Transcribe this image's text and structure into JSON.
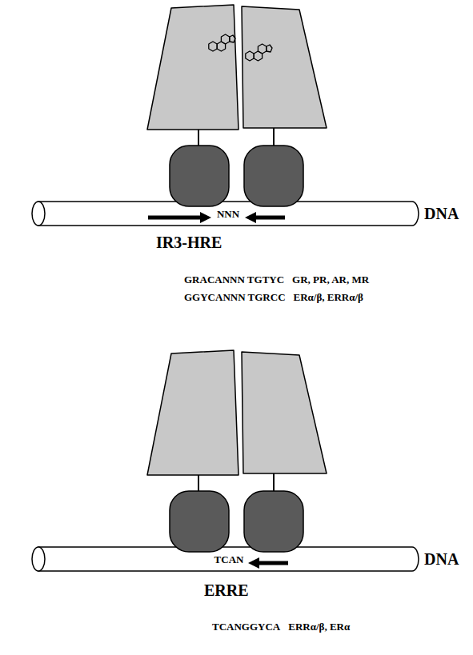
{
  "diagram": {
    "nodes": [
      {
        "text": [
          "NNN",
          "DNA"
        ]
      },
      {
        "text": [
          "TCAN",
          "DNA"
        ]
      }
    ],
    "labels": [
      "IR3-HRE",
      "GRACANNN TGTYC",
      "GR, PR, AR, MR",
      "GGYCANNN TGRCC",
      "ERα/β, ERRα/β",
      "ERRE",
      "TCANGGYCA",
      "ERRα/β, ERα"
    ]
  }
}
